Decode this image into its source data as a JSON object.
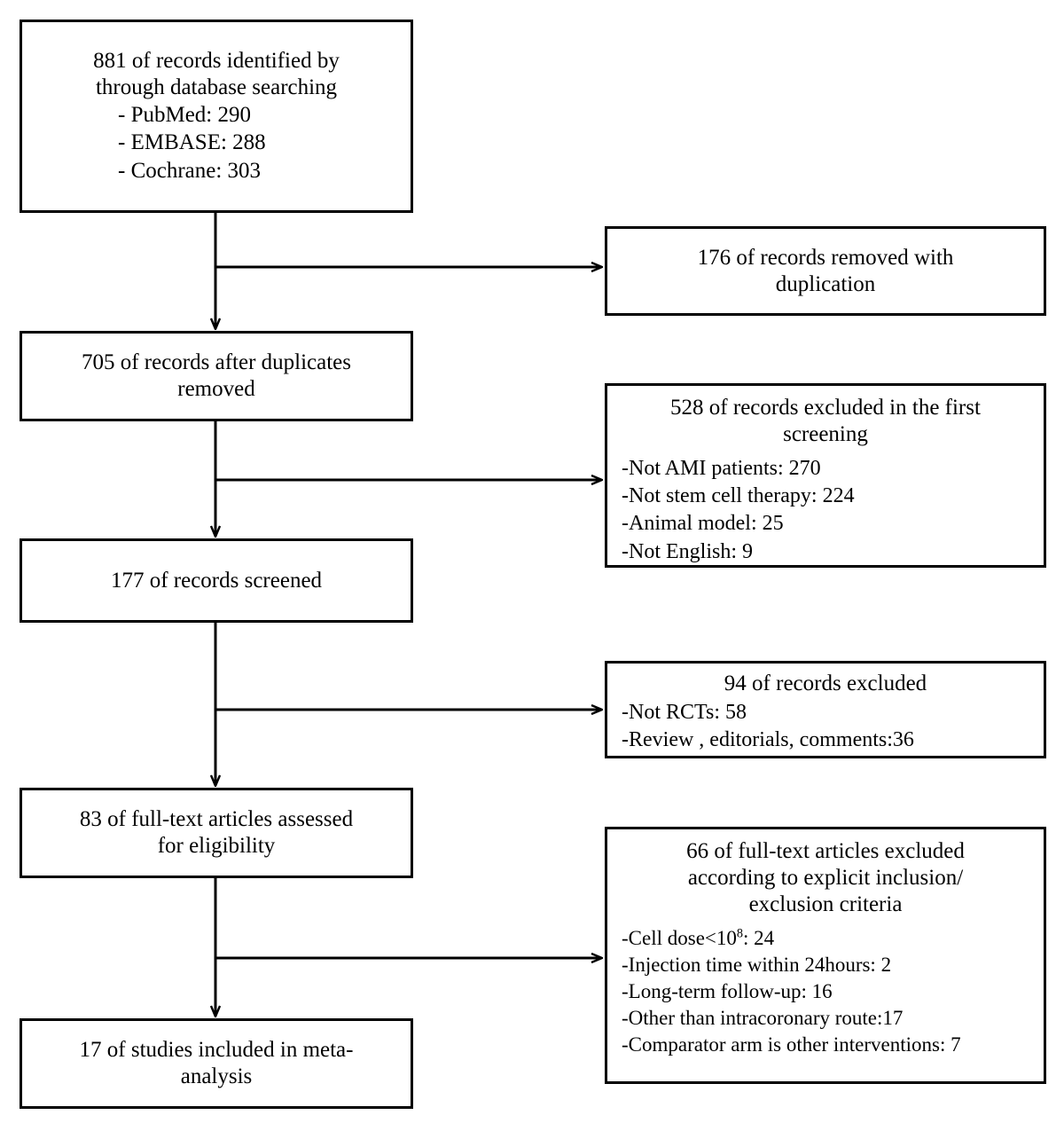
{
  "diagram": {
    "type": "prisma-flow-diagram",
    "line_color": "#000000",
    "background_color": "#ffffff",
    "text_color": "#000000"
  },
  "boxes": {
    "identified": {
      "title": "881 of records identified by\nthrough database searching",
      "items": [
        "- PubMed: 290",
        "- EMBASE: 288",
        "- Cochrane: 303"
      ]
    },
    "duplicates_removed": {
      "title": "176 of records removed  with\nduplication"
    },
    "after_duplicates": {
      "title": "705 of records after duplicates\nremoved"
    },
    "excluded_first_screening": {
      "title": "528 of records excluded in the first\nscreening",
      "items": [
        "-Not AMI patients: 270",
        "-Not stem cell therapy: 224",
        "-Animal model: 25",
        "-Not English:  9"
      ]
    },
    "screened": {
      "title": "177 of records screened"
    },
    "excluded_records": {
      "title": "94 of records excluded",
      "items": [
        "-Not RCTs: 58",
        "-Review , editorials, comments:36"
      ]
    },
    "fulltext_assessed": {
      "title": "83 of full-text articles assessed\nfor eligibility"
    },
    "excluded_fulltext": {
      "title": "66 of full-text articles excluded\naccording to explicit inclusion/\nexclusion criteria",
      "items": [
        "-Cell dose<10^8: 24",
        "-Injection time within  24hours: 2",
        "-Long-term follow-up:  16",
        "-Other than intracoronary route:17",
        "-Comparator arm is other interventions: 7"
      ],
      "item_0_prefix": "-Cell dose<10",
      "item_0_sup": "8",
      "item_0_suffix": ": 24"
    },
    "included": {
      "title": "17 of studies included in meta-\nanalysis"
    }
  },
  "chart_data": {
    "type": "diagram",
    "title": "PRISMA study selection flow",
    "nodes": [
      {
        "id": "identified",
        "label": "881 of records identified by through database searching",
        "value": 881
      },
      {
        "id": "duplicates",
        "label": "176 of records removed with duplication",
        "value": 176
      },
      {
        "id": "after_duplicates",
        "label": "705 of records after duplicates removed",
        "value": 705
      },
      {
        "id": "excluded_first",
        "label": "528 of records excluded in the first screening",
        "value": 528
      },
      {
        "id": "screened",
        "label": "177 of records screened",
        "value": 177
      },
      {
        "id": "excluded_records",
        "label": "94 of records excluded",
        "value": 94
      },
      {
        "id": "fulltext",
        "label": "83 of full-text articles assessed for eligibility",
        "value": 83
      },
      {
        "id": "excluded_fulltext",
        "label": "66 of full-text articles excluded",
        "value": 66
      },
      {
        "id": "included",
        "label": "17 of studies included in meta-analysis",
        "value": 17
      }
    ],
    "breakdowns": {
      "identified": {
        "PubMed": 290,
        "EMBASE": 288,
        "Cochrane": 303
      },
      "excluded_first": {
        "Not AMI patients": 270,
        "Not stem cell therapy": 224,
        "Animal model": 25,
        "Not English": 9
      },
      "excluded_records": {
        "Not RCTs": 58,
        "Review , editorials, comments": 36
      },
      "excluded_fulltext": {
        "Cell dose<10^8": 24,
        "Injection time within 24hours": 2,
        "Long-term follow-up": 16,
        "Other than intracoronary route": 17,
        "Comparator arm is other interventions": 7
      }
    },
    "edges": [
      {
        "from": "identified",
        "to": "duplicates",
        "direction": "right"
      },
      {
        "from": "identified",
        "to": "after_duplicates",
        "direction": "down"
      },
      {
        "from": "after_duplicates",
        "to": "excluded_first",
        "direction": "right"
      },
      {
        "from": "after_duplicates",
        "to": "screened",
        "direction": "down"
      },
      {
        "from": "screened",
        "to": "excluded_records",
        "direction": "right"
      },
      {
        "from": "screened",
        "to": "fulltext",
        "direction": "down"
      },
      {
        "from": "fulltext",
        "to": "excluded_fulltext",
        "direction": "right"
      },
      {
        "from": "fulltext",
        "to": "included",
        "direction": "down"
      }
    ]
  }
}
